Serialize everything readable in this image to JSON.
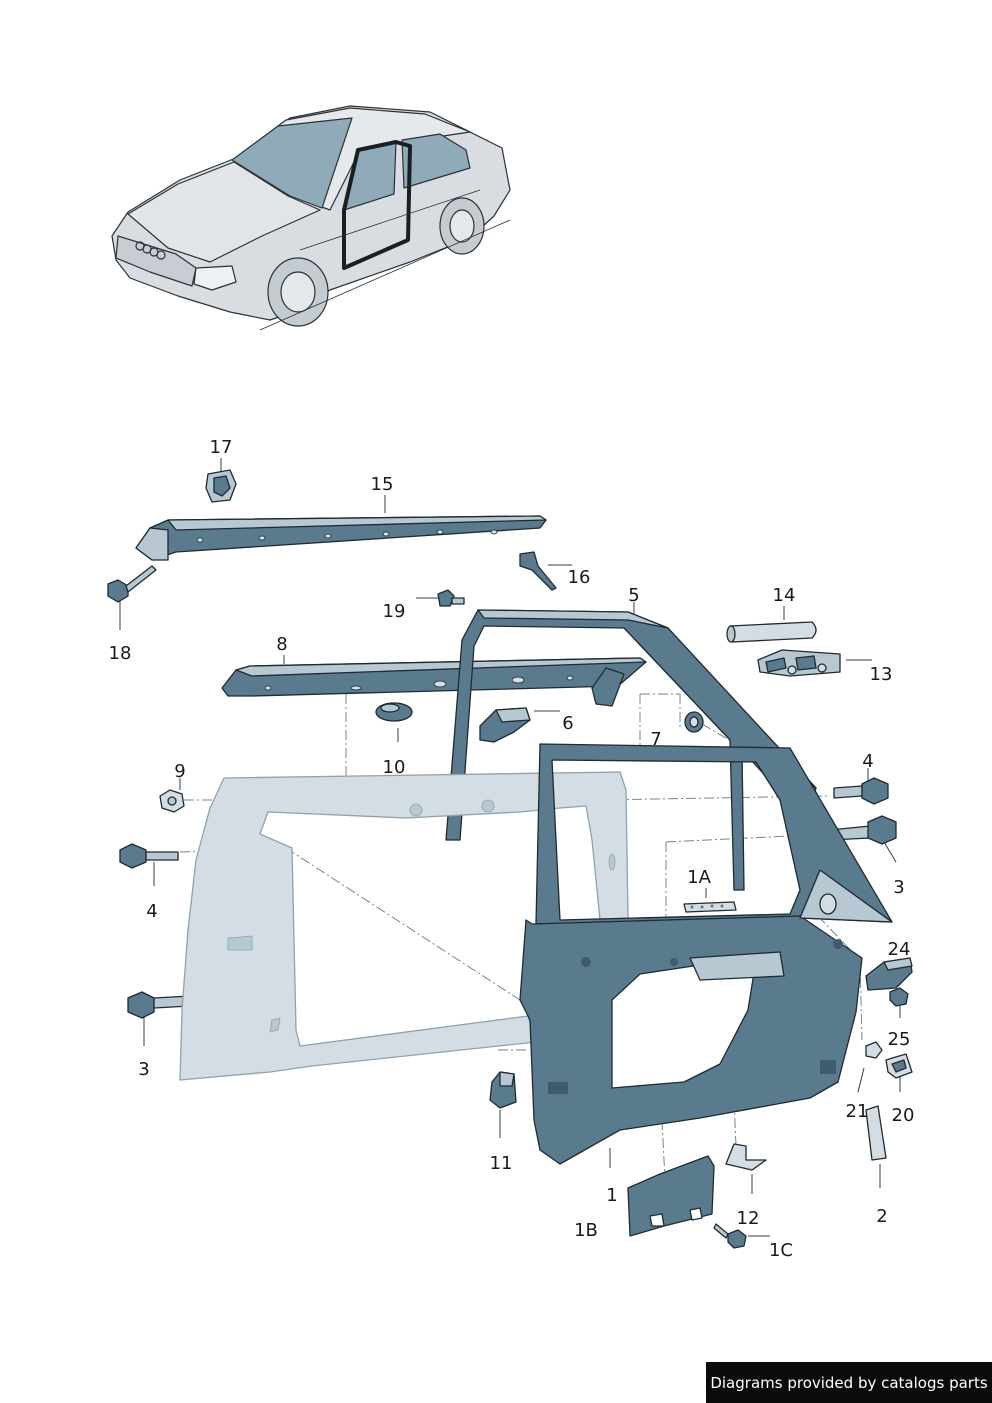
{
  "colors": {
    "part_fill": "#5a7a8e",
    "part_fill_light": "#b7c8d2",
    "part_fill_pale": "#d3dde3",
    "outline": "#1f2a31",
    "car_body": "#d9dde1",
    "glass": "#8faab8",
    "leader": "#33414a",
    "watermark_bg": "#0b0b0b"
  },
  "callouts": {
    "c17": "17",
    "c15": "15",
    "c16": "16",
    "c18": "18",
    "c19": "19",
    "c5": "5",
    "c14": "14",
    "c13": "13",
    "c8": "8",
    "c6": "6",
    "c10": "10",
    "c7": "7",
    "c9": "9",
    "c4a": "4",
    "c4b": "4",
    "c3a": "3",
    "c3b": "3",
    "c1A": "1A",
    "c24": "24",
    "c25": "25",
    "c21": "21",
    "c20": "20",
    "c11": "11",
    "c1": "1",
    "c1B": "1B",
    "c12": "12",
    "c1C": "1C",
    "c2": "2"
  },
  "watermark": "Diagrams provided by catalogs parts"
}
